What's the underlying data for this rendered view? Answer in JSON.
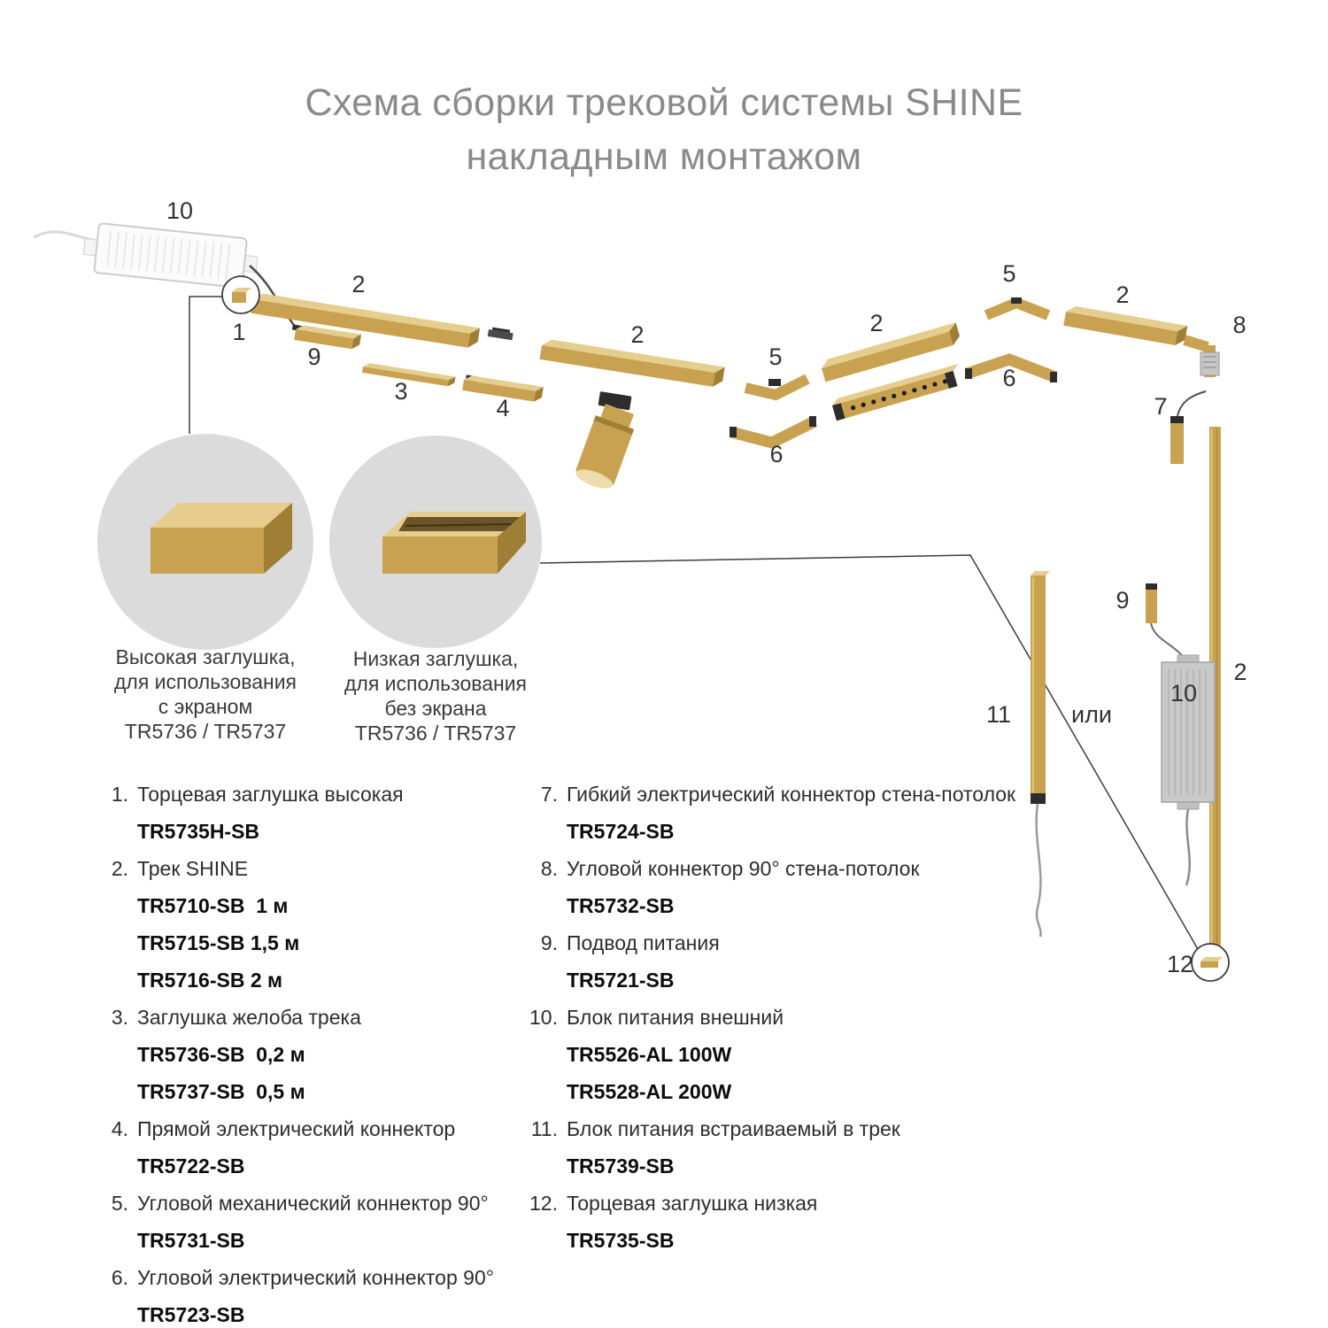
{
  "title": {
    "line1": "Схема сборки трековой системы SHINE",
    "line2": "накладным монтажом"
  },
  "diagram": {
    "labels": {
      "psu_top": "10",
      "track_a": "2",
      "endcap_high": "1",
      "power_feed_a": "9",
      "groove_cap": "3",
      "straight_connector": "4",
      "track_b": "2",
      "corner_mech_a": "5",
      "corner_elec_a": "6",
      "track_c": "2",
      "corner_mech_b": "5",
      "corner_elec_b": "6",
      "track_d": "2",
      "corner_wall": "8",
      "flex_connector": "7",
      "track_e": "2",
      "psu_in_track": "11",
      "or": "или",
      "power_feed_b": "9",
      "psu_ext": "10",
      "endcap_low": "12"
    },
    "inset_high": {
      "line1": "Высокая заглушка,",
      "line2": "для использования",
      "line3": "с экраном",
      "line4": "TR5736 / TR5737"
    },
    "inset_low": {
      "line1": "Низкая заглушка,",
      "line2": "для использования",
      "line3": "без экрана",
      "line4": "TR5736 / TR5737"
    },
    "colors": {
      "gold": "#C8A251",
      "gold_light": "#E6CD8E",
      "gold_dark": "#9E7F35",
      "line": "#3c3c3c",
      "inset_bg": "#DBDBDB"
    }
  },
  "parts": {
    "left": [
      {
        "num": "1.",
        "name": "Торцевая заглушка высокая",
        "codes": [
          "TR5735H-SB"
        ]
      },
      {
        "num": "2.",
        "name": "Трек SHINE",
        "codes": [
          "TR5710-SB  1 м",
          "TR5715-SB 1,5 м",
          "TR5716-SB 2 м"
        ]
      },
      {
        "num": "3.",
        "name": "Заглушка желоба трека",
        "codes": [
          "TR5736-SB  0,2 м",
          "TR5737-SB  0,5 м"
        ]
      },
      {
        "num": "4.",
        "name": "Прямой электрический коннектор",
        "codes": [
          "TR5722-SB"
        ]
      },
      {
        "num": "5.",
        "name": "Угловой механический коннектор 90°",
        "codes": [
          "TR5731-SB"
        ]
      },
      {
        "num": "6.",
        "name": "Угловой электрический коннектор 90°",
        "codes": [
          "TR5723-SB"
        ]
      }
    ],
    "right": [
      {
        "num": "7.",
        "name": "Гибкий электрический коннектор стена-потолок",
        "codes": [
          "TR5724-SB"
        ]
      },
      {
        "num": "8.",
        "name": "Угловой коннектор 90° стена-потолок",
        "codes": [
          "TR5732-SB"
        ]
      },
      {
        "num": "9.",
        "name": "Подвод питания",
        "codes": [
          "TR5721-SB"
        ]
      },
      {
        "num": "10.",
        "name": "Блок питания внешний",
        "codes": [
          "TR5526-AL 100W",
          "TR5528-AL 200W"
        ]
      },
      {
        "num": "11.",
        "name": "Блок питания встраиваемый в трек",
        "codes": [
          "TR5739-SB"
        ]
      },
      {
        "num": "12.",
        "name": "Торцевая заглушка низкая",
        "codes": [
          "TR5735-SB"
        ]
      }
    ]
  }
}
